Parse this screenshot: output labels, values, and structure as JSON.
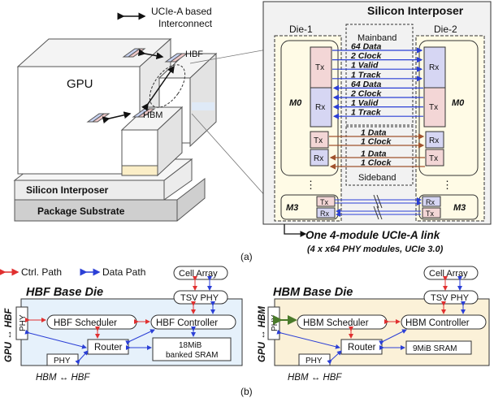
{
  "top_left": {
    "ucie_label_line1": "UCIe-A based",
    "ucie_label_line2": "Interconnect",
    "hbf": "HBF",
    "gpu": "GPU",
    "hbm": "HBM",
    "interposer": "Silicon Interposer",
    "substrate": "Package Substrate"
  },
  "interposer_panel": {
    "title": "Silicon Interposer",
    "die1": "Die-1",
    "die2": "Die-2",
    "mainband": "Mainband",
    "sideband": "Sideband",
    "m0": "M0",
    "m3": "M3",
    "tx": "Tx",
    "rx": "Rx",
    "ellipsis": "⋮",
    "mainband_signals": [
      "64 Data",
      "2 Clock",
      "1 Valid",
      "1 Track",
      "64 Data",
      "2 Clock",
      "1 Valid",
      "1 Track"
    ],
    "sideband_signals": [
      "1 Data",
      "1 Clock",
      "1 Data",
      "1 Clock"
    ]
  },
  "caption_a": {
    "line1": "One 4-module UCIe-A link",
    "line2": "(4 x x64 PHY modules, UCIe 3.0)",
    "tag": "(a)"
  },
  "legend": {
    "ctrl": "Ctrl. Path",
    "data": "Data Path"
  },
  "hbf_die": {
    "title": "HBF Base Die",
    "cell_array": "Cell Array",
    "tsv_phy": "TSV PHY",
    "phy_vertical": "PHY",
    "scheduler": "HBF Scheduler",
    "controller": "HBF Controller",
    "router": "Router",
    "sram_line1": "18MiB",
    "sram_line2": "banked SRAM",
    "phy_bottom": "PHY",
    "side_label": "GPU ↔ HBF",
    "bottom_label": "HBM ↔ HBF"
  },
  "hbm_die": {
    "title": "HBM Base Die",
    "cell_array": "Cell Array",
    "tsv_phy": "TSV PHY",
    "phy_vertical": "PHY",
    "scheduler": "HBM Scheduler",
    "controller": "HBM Controller",
    "router": "Router",
    "sram": "9MiB SRAM",
    "phy_bottom": "PHY",
    "side_label": "GPU ↔ HBM",
    "bottom_label": "HBM ↔ HBF"
  },
  "caption_b": {
    "tag": "(b)"
  },
  "colors": {
    "ctrl": "#e03030",
    "data": "#2b3fd6",
    "sideband": "#a0522d",
    "tx_fill": "#f3d6d6",
    "rx_fill": "#d6d6f3",
    "die_fill": "#fffbe6",
    "hbf_bg": "#e6f1fb",
    "hbm_bg": "#fbf1d8",
    "panel_bg": "#f2f2f2"
  }
}
